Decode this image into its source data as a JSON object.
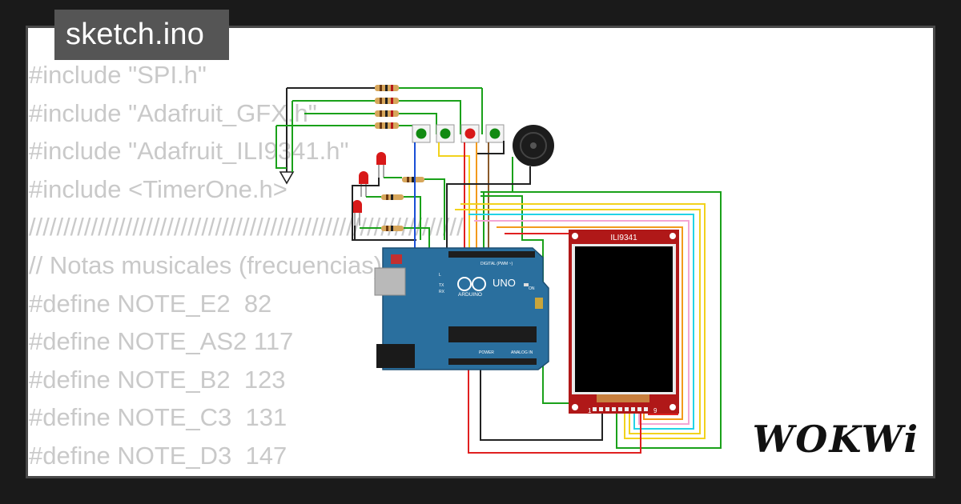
{
  "file_tab": {
    "label": "sketch.ino"
  },
  "code_lines": [
    "#include \"SPI.h\"",
    "#include \"Adafruit_GFX.h\"",
    "#include \"Adafruit_ILI9341.h\"",
    "#include <TimerOne.h>",
    "///////////////////////////////////////////////////////////////",
    "// Notas musicales (frecuencias)",
    "#define NOTE_E2  82",
    "#define NOTE_AS2 117",
    "#define NOTE_B2  123",
    "#define NOTE_C3  131",
    "#define NOTE_D3  147"
  ],
  "board": {
    "name": "UNO",
    "brand": "ARDUINO",
    "digital_label": "DIGITAL (PWM ~)",
    "power_label": "POWER",
    "analog_label": "ANALOG IN",
    "on_label": "ON",
    "tx_label": "TX",
    "rx_label": "RX",
    "l_label": "L"
  },
  "display": {
    "label": "ILI9341",
    "pin_first": "1",
    "pin_last": "9"
  },
  "brand_logo": "WOKWi",
  "colors": {
    "wire_green": "#1aa11a",
    "wire_red": "#e02020",
    "wire_blue": "#1a4fd6",
    "wire_yellow": "#f2d21c",
    "wire_orange": "#f29a1c",
    "wire_cyan": "#22d3e6",
    "wire_pink": "#f3a6d4",
    "wire_brown": "#8a5a2b",
    "wire_black": "#222222",
    "board_blue": "#2a6f9e",
    "display_red": "#b01818"
  }
}
